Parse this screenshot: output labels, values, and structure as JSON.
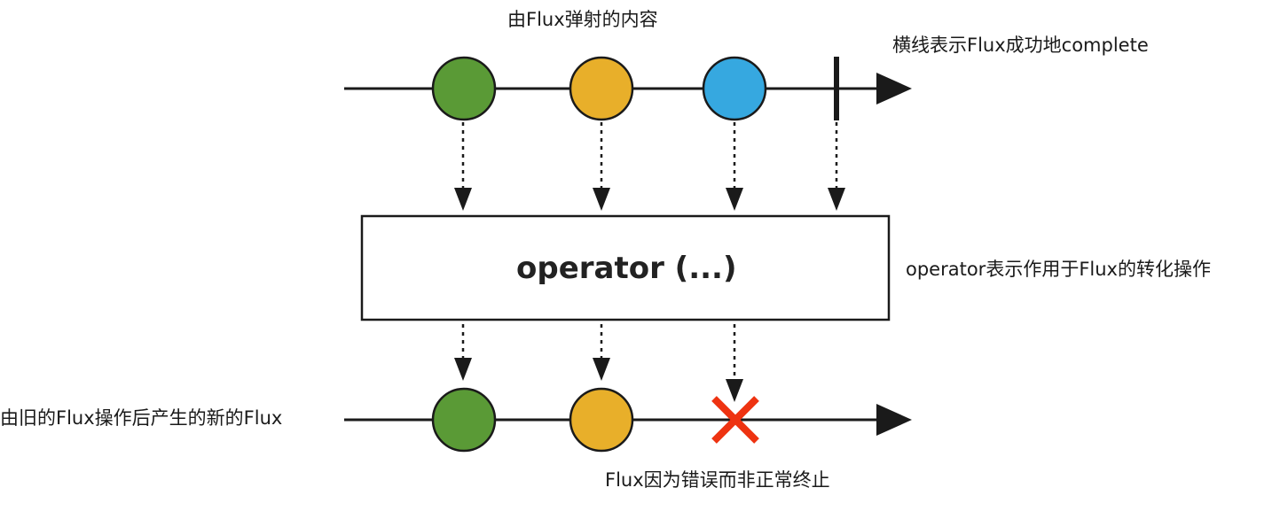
{
  "labels": {
    "emitted": "由Flux弹射的内容",
    "complete": "横线表示Flux成功地complete",
    "operator_desc": "operator表示作用于Flux的转化操作",
    "new_flux": "由旧的Flux操作后产生的新的Flux",
    "error": "Flux因为错误而非正常终止",
    "operator": "operator (...)"
  },
  "colors": {
    "green": "#5a9a36",
    "orange": "#e8af2a",
    "blue": "#36a8e0",
    "error_red": "#ee3311",
    "line": "#1a1a1a"
  },
  "top_timeline": {
    "items": [
      {
        "kind": "marble",
        "color": "green"
      },
      {
        "kind": "marble",
        "color": "orange"
      },
      {
        "kind": "marble",
        "color": "blue"
      },
      {
        "kind": "completion"
      }
    ]
  },
  "bottom_timeline": {
    "items": [
      {
        "kind": "marble",
        "color": "green"
      },
      {
        "kind": "marble",
        "color": "orange"
      },
      {
        "kind": "error"
      }
    ]
  }
}
